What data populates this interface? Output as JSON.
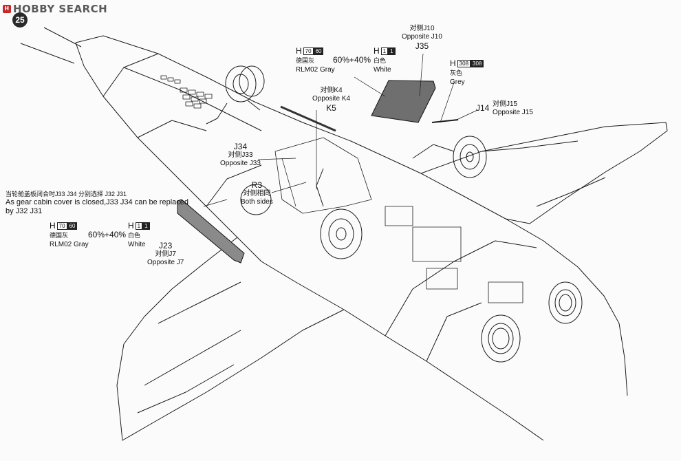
{
  "watermark": {
    "logo_text": "H",
    "text": "HOBBY SEARCH"
  },
  "step_number": "25",
  "parts": {
    "j10": {
      "line1": "对侧J10",
      "line2": "Opposite J10",
      "line3": "J35"
    },
    "h1_top": {
      "prefix": "H",
      "box": "1",
      "box2": "1",
      "cn": "白色",
      "en": "White"
    },
    "h70_top": {
      "prefix": "H",
      "box": "70",
      "box2": "60",
      "cn": "德国灰",
      "en": "RLM02 Gray"
    },
    "mix_top": "60%+40%",
    "h308": {
      "prefix": "H",
      "box": "308",
      "box2": "308",
      "cn": "灰色",
      "en": "Grey"
    },
    "k4": {
      "line1": "对侧K4",
      "line2": "Opposite K4",
      "line3": "K5"
    },
    "j14": "J14",
    "j15": {
      "line1": "对侧J15",
      "line2": "Opposite J15"
    },
    "j34": {
      "line1": "J34",
      "line2": "对侧J33",
      "line3": "Opposite J33"
    },
    "r3": {
      "line1": "R3",
      "line2": "对侧相同",
      "line3": "Both sides"
    },
    "note": {
      "cn": "当轮舱盖板闭合时J33 J34 分别选择  J32 J31",
      "en1": "As gear cabin cover is closed,J33 J34 can be replaced",
      "en2": "by J32 J31"
    },
    "h70_left": {
      "prefix": "H",
      "box": "70",
      "box2": "60",
      "cn": "德国灰",
      "en": "RLM02 Gray"
    },
    "mix_left": "60%+40%",
    "h1_left": {
      "prefix": "H",
      "box": "1",
      "box2": "1",
      "cn": "白色",
      "en": "White"
    },
    "j23": {
      "line1": "J23",
      "line2": "对侧J7",
      "line3": "Opposite J7"
    }
  }
}
